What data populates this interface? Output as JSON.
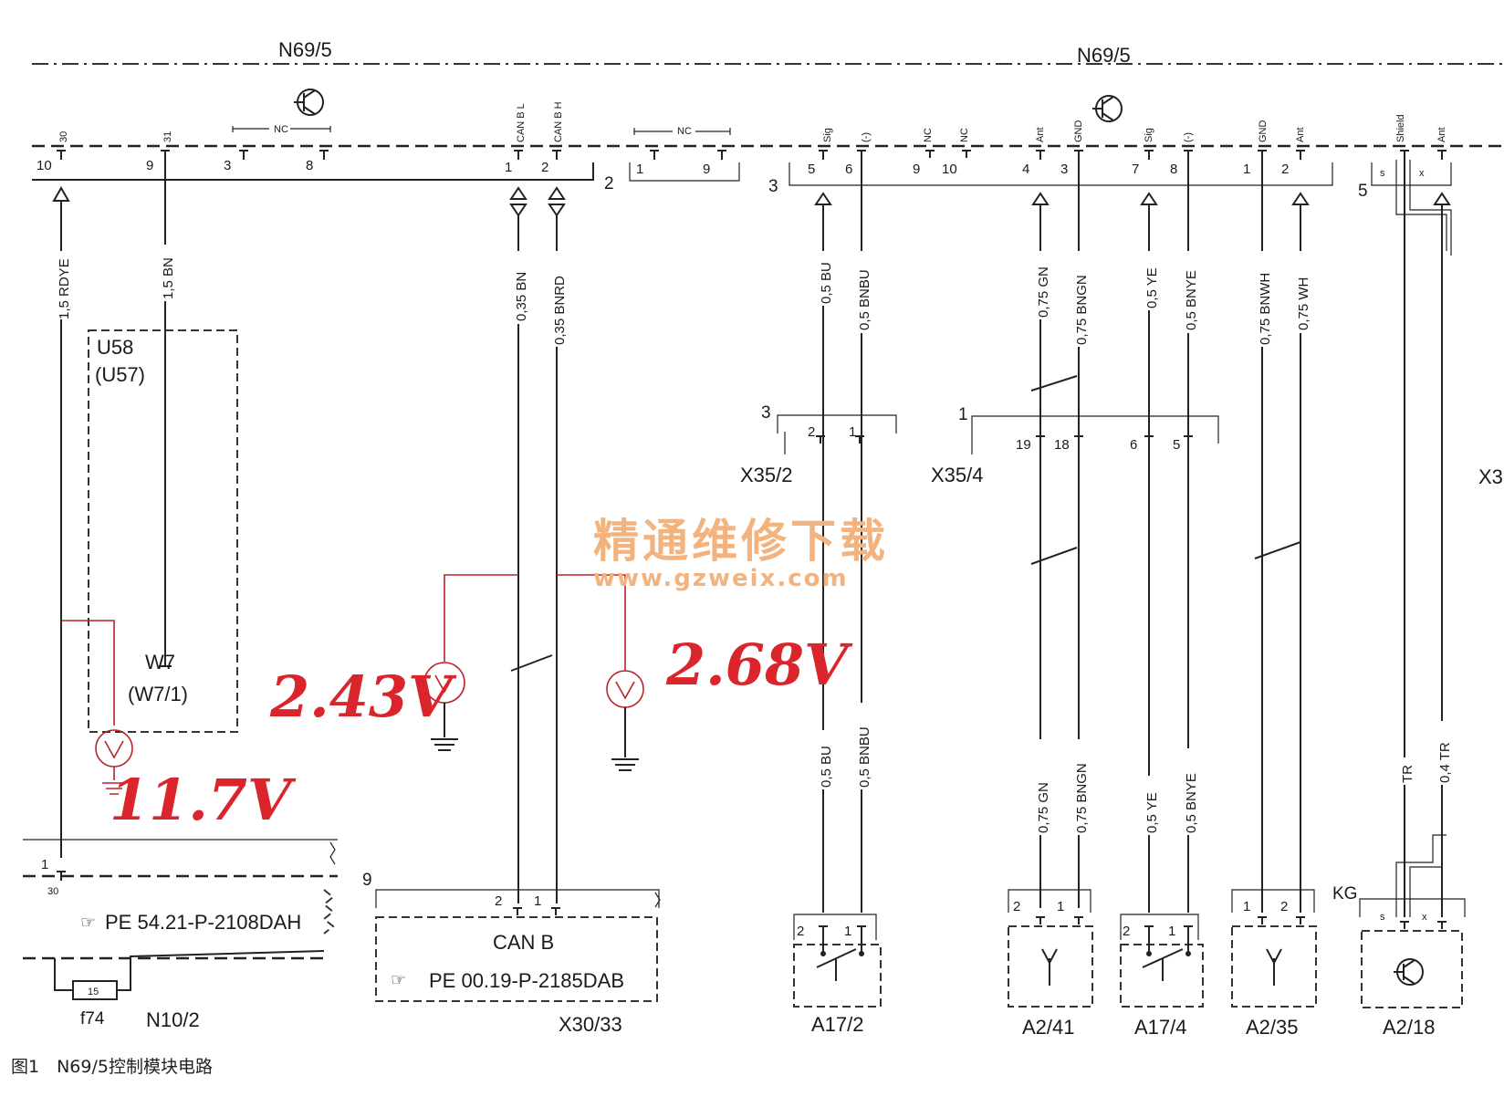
{
  "module": {
    "left_label": "N69/5",
    "right_label": "N69/5"
  },
  "pins": {
    "p30": "30",
    "p31": "31",
    "nc1": "NC",
    "canbl": "CAN B L",
    "canbh": "CAN B H",
    "nc2": "NC",
    "sig1": "Sig",
    "minus1": "(-)",
    "nc3": "NC",
    "nc4": "NC",
    "ant1": "Ant",
    "gnd1": "GND",
    "sig2": "Sig",
    "minus2": "(-)",
    "gnd2": "GND",
    "ant2": "Ant",
    "shield": "Shield",
    "ant3": "Ant"
  },
  "pin_numbers": {
    "n10": "10",
    "n9": "9",
    "n3": "3",
    "n8": "8",
    "n1": "1",
    "n2": "2",
    "c2": "2",
    "c2_1": "1",
    "c2_9": "9",
    "c3": "3",
    "c3_5": "5",
    "c3_6": "6",
    "c3_9": "9",
    "c3_10": "10",
    "c3_4": "4",
    "c3_3": "3",
    "c3_7": "7",
    "c3_8": "8",
    "c3_1": "1",
    "c3_2": "2",
    "c5": "5",
    "c5_s": "s",
    "c5_x": "x"
  },
  "wires": {
    "rdye": "1,5 RDYE",
    "bn15": "1,5 BN",
    "bn035": "0,35 BN",
    "bnrd035": "0,35 BNRD",
    "bu05a": "0,5 BU",
    "bnbu05a": "0,5 BNBU",
    "gn075a": "0,75 GN",
    "bngn075a": "0,75 BNGN",
    "ye05a": "0,5 YE",
    "bnye05a": "0,5 BNYE",
    "bnwh075": "0,75 BNWH",
    "wh075": "0,75 WH",
    "bu05b": "0,5 BU",
    "bnbu05b": "0,5 BNBU",
    "gn075b": "0,75 GN",
    "bngn075b": "0,75 BNGN",
    "ye05b": "0,5 YE",
    "bnye05b": "0,5 BNYE",
    "tr": "TR",
    "tr04": "0,4 TR"
  },
  "components": {
    "u58": "U58",
    "u57": "(U57)",
    "w7": "W7",
    "w71": "(W7/1)",
    "x352": "X35/2",
    "x352_num": "3",
    "x352_p2": "2",
    "x352_p1": "1",
    "x354": "X35/4",
    "x354_num": "1",
    "x354_p19": "19",
    "x354_p18": "18",
    "x354_p6": "6",
    "x354_p5": "5",
    "x3": "X3",
    "n102_p1": "1",
    "n102_p30": "30",
    "pe1": "PE 54.21-P-2108DAH",
    "f74_val": "15",
    "f74": "f74",
    "n102": "N10/2",
    "x3033_num": "9",
    "x3033_p2": "2",
    "x3033_p1": "1",
    "canb": "CAN B",
    "pe2": "PE 00.19-P-2185DAB",
    "x3033": "X30/33",
    "a172": "A17/2",
    "a172_p2": "2",
    "a172_p1": "1",
    "a241": "A2/41",
    "a241_p2": "2",
    "a241_p1": "1",
    "a174": "A17/4",
    "a174_p2": "2",
    "a174_p1": "1",
    "a235": "A2/35",
    "a235_p1": "1",
    "a235_p2": "2",
    "a218": "A2/18",
    "a218_s": "s",
    "a218_x": "x",
    "kg": "KG"
  },
  "measurements": {
    "v1": "11.7V",
    "v2": "2.43V",
    "v3": "2.68V"
  },
  "watermark": {
    "cn": "精通维修下载",
    "url": "www.gzweix.com"
  },
  "caption": "图1　N69/5控制模块电路"
}
